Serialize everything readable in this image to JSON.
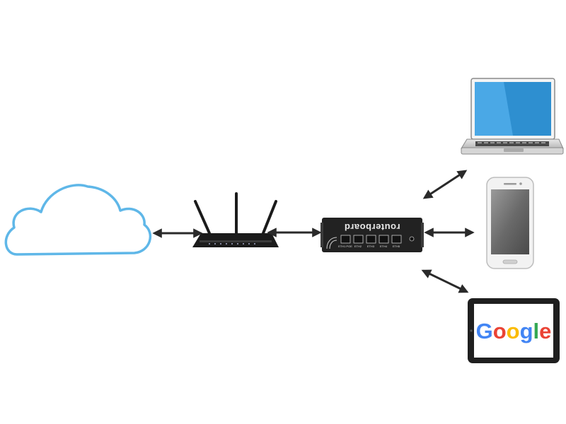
{
  "nodes": {
    "cloud": {
      "icon": "cloud-icon",
      "outline_color": "#5fb7e8"
    },
    "wifi_router": {
      "icon": "wifi-router-icon",
      "body_color": "#1b1b1b"
    },
    "routerboard": {
      "icon": "routerboard-icon",
      "brand_text": "routerboard",
      "port_labels": [
        "ETH1 POE",
        "ETH2",
        "ETH3",
        "ETH4",
        "ETH5"
      ],
      "body_color": "#222222"
    },
    "laptop": {
      "icon": "laptop-icon",
      "screen_color": "#2e8fd0"
    },
    "smartphone": {
      "icon": "smartphone-icon",
      "body_color": "#f2f2f2"
    },
    "tablet": {
      "icon": "tablet-icon",
      "screen_text": "Google",
      "letter_colors": [
        "#4285F4",
        "#EA4335",
        "#FBBC05",
        "#4285F4",
        "#34A853",
        "#EA4335"
      ]
    }
  },
  "connections": [
    {
      "from": "cloud",
      "to": "wifi_router",
      "direction": "both"
    },
    {
      "from": "wifi_router",
      "to": "routerboard",
      "direction": "both"
    },
    {
      "from": "routerboard",
      "to": "laptop",
      "direction": "both"
    },
    {
      "from": "routerboard",
      "to": "smartphone",
      "direction": "both"
    },
    {
      "from": "routerboard",
      "to": "tablet",
      "direction": "both"
    }
  ],
  "arrow_color": "#2a2a2a"
}
